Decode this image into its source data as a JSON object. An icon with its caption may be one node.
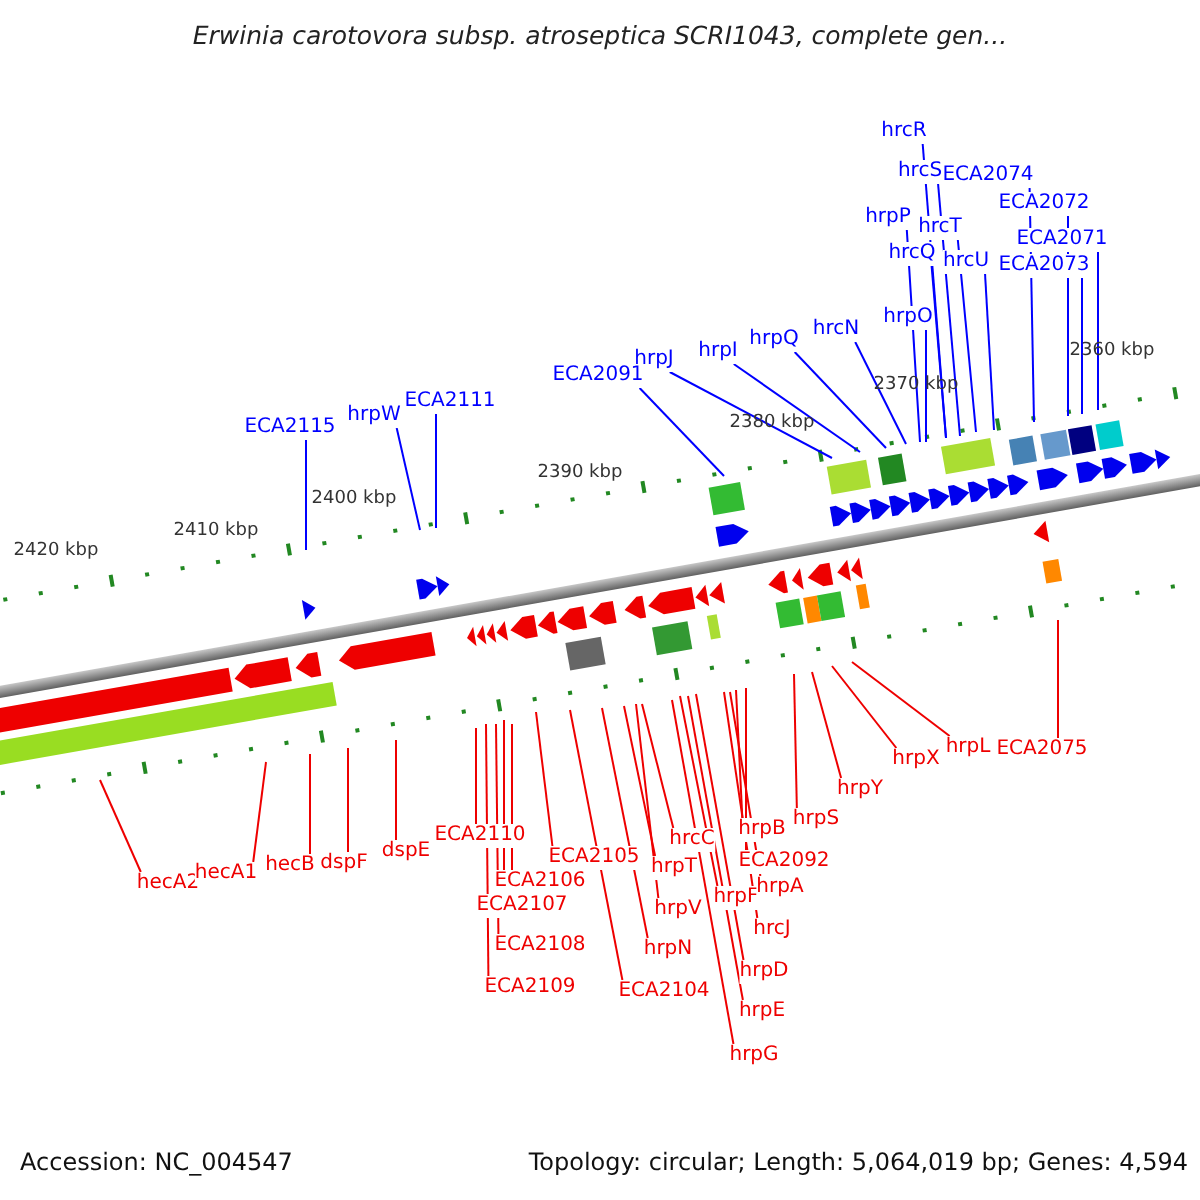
{
  "diagram": {
    "title": "Erwinia carotovora subsp. atroseptica SCRI1043, complete gen...",
    "nodes": [
      {
        "text": [
          "hrcR"
        ]
      },
      {
        "text": [
          "hrcS"
        ]
      },
      {
        "text": [
          "ECA2074"
        ]
      },
      {
        "text": [
          "ECA2072"
        ]
      },
      {
        "text": [
          "hrpP"
        ]
      },
      {
        "text": [
          "hrcT"
        ]
      },
      {
        "text": [
          "ECA2071"
        ]
      },
      {
        "text": [
          "hrcQ"
        ]
      },
      {
        "text": [
          "hrcU"
        ]
      },
      {
        "text": [
          "ECA2073"
        ]
      },
      {
        "text": [
          "hrpO"
        ]
      },
      {
        "text": [
          "hrcN"
        ]
      },
      {
        "text": [
          "hrpQ"
        ]
      },
      {
        "text": [
          "hrpI"
        ]
      },
      {
        "text": [
          "hrpJ"
        ]
      },
      {
        "text": [
          "ECA2091"
        ]
      },
      {
        "text": [
          "ECA2115"
        ]
      },
      {
        "text": [
          "hrpW"
        ]
      },
      {
        "text": [
          "ECA2111"
        ]
      },
      {
        "text": [
          "hecA2"
        ]
      },
      {
        "text": [
          "hecA1"
        ]
      },
      {
        "text": [
          "hecB"
        ]
      },
      {
        "text": [
          "dspF"
        ]
      },
      {
        "text": [
          "dspE"
        ]
      },
      {
        "text": [
          "ECA2110"
        ]
      },
      {
        "text": [
          "ECA2105"
        ]
      },
      {
        "text": [
          "ECA2106"
        ]
      },
      {
        "text": [
          "ECA2107"
        ]
      },
      {
        "text": [
          "ECA2108"
        ]
      },
      {
        "text": [
          "ECA2109"
        ]
      },
      {
        "text": [
          "ECA2104"
        ]
      },
      {
        "text": [
          "hrcC"
        ]
      },
      {
        "text": [
          "hrpT"
        ]
      },
      {
        "text": [
          "hrpV"
        ]
      },
      {
        "text": [
          "hrpN"
        ]
      },
      {
        "text": [
          "hrpF"
        ]
      },
      {
        "text": [
          "hrpB"
        ]
      },
      {
        "text": [
          "ECA2092"
        ]
      },
      {
        "text": [
          "hrpA"
        ]
      },
      {
        "text": [
          "hrcJ"
        ]
      },
      {
        "text": [
          "hrpD"
        ]
      },
      {
        "text": [
          "hrpE"
        ]
      },
      {
        "text": [
          "hrpG"
        ]
      },
      {
        "text": [
          "hrpS"
        ]
      },
      {
        "text": [
          "hrpY"
        ]
      },
      {
        "text": [
          "hrpX"
        ]
      },
      {
        "text": [
          "hrpL"
        ]
      },
      {
        "text": [
          "ECA2075"
        ]
      }
    ],
    "edges": [
      {
        "from": 0,
        "to": null,
        "arrow": "none",
        "color": "#0000ff"
      },
      {
        "from": 1,
        "to": null,
        "arrow": "none",
        "color": "#0000ff"
      },
      {
        "from": 2,
        "to": null,
        "arrow": "none",
        "color": "#0000ff"
      },
      {
        "from": 3,
        "to": null,
        "arrow": "none",
        "color": "#0000ff"
      },
      {
        "from": 4,
        "to": null,
        "arrow": "none",
        "color": "#0000ff"
      },
      {
        "from": 5,
        "to": null,
        "arrow": "none",
        "color": "#0000ff"
      },
      {
        "from": 6,
        "to": null,
        "arrow": "none",
        "color": "#0000ff"
      },
      {
        "from": 7,
        "to": null,
        "arrow": "none",
        "color": "#0000ff"
      },
      {
        "from": 8,
        "to": null,
        "arrow": "none",
        "color": "#0000ff"
      },
      {
        "from": 9,
        "to": null,
        "arrow": "none",
        "color": "#0000ff"
      },
      {
        "from": 10,
        "to": null,
        "arrow": "none",
        "color": "#0000ff"
      },
      {
        "from": 11,
        "to": null,
        "arrow": "none",
        "color": "#0000ff"
      },
      {
        "from": 12,
        "to": null,
        "arrow": "none",
        "color": "#0000ff"
      },
      {
        "from": 13,
        "to": null,
        "arrow": "none",
        "color": "#0000ff"
      },
      {
        "from": 14,
        "to": null,
        "arrow": "none",
        "color": "#0000ff"
      },
      {
        "from": 15,
        "to": null,
        "arrow": "none",
        "color": "#0000ff"
      },
      {
        "from": 16,
        "to": null,
        "arrow": "none",
        "color": "#0000ff"
      },
      {
        "from": 17,
        "to": null,
        "arrow": "none",
        "color": "#0000ff"
      },
      {
        "from": 18,
        "to": null,
        "arrow": "none",
        "color": "#0000ff"
      },
      {
        "from": 19,
        "to": null,
        "arrow": "none"
      },
      {
        "from": 20,
        "to": null,
        "arrow": "none"
      },
      {
        "from": 21,
        "to": null,
        "arrow": "none"
      },
      {
        "from": 22,
        "to": null,
        "arrow": "none"
      },
      {
        "from": 23,
        "to": null,
        "arrow": "none"
      },
      {
        "from": 24,
        "to": null,
        "arrow": "none"
      },
      {
        "from": 25,
        "to": null,
        "arrow": "none"
      },
      {
        "from": 26,
        "to": null,
        "arrow": "none"
      },
      {
        "from": 27,
        "to": null,
        "arrow": "none"
      },
      {
        "from": 28,
        "to": null,
        "arrow": "none"
      },
      {
        "from": 29,
        "to": null,
        "arrow": "none"
      },
      {
        "from": 30,
        "to": null,
        "arrow": "none"
      },
      {
        "from": 31,
        "to": null,
        "arrow": "none"
      },
      {
        "from": 32,
        "to": null,
        "arrow": "none"
      },
      {
        "from": 33,
        "to": null,
        "arrow": "none"
      },
      {
        "from": 34,
        "to": null,
        "arrow": "none"
      },
      {
        "from": 35,
        "to": null,
        "arrow": "none"
      },
      {
        "from": 36,
        "to": null,
        "arrow": "none"
      },
      {
        "from": 37,
        "to": null,
        "arrow": "none"
      },
      {
        "from": 38,
        "to": null,
        "arrow": "none"
      },
      {
        "from": 39,
        "to": null,
        "arrow": "none"
      },
      {
        "from": 40,
        "to": null,
        "arrow": "none"
      },
      {
        "from": 41,
        "to": null,
        "arrow": "none"
      },
      {
        "from": 42,
        "to": null,
        "arrow": "none"
      },
      {
        "from": 43,
        "to": null,
        "arrow": "none"
      },
      {
        "from": 44,
        "to": null,
        "arrow": "none"
      },
      {
        "from": 45,
        "to": null,
        "arrow": "none"
      },
      {
        "from": 46,
        "to": null,
        "arrow": "none"
      },
      {
        "from": 47,
        "to": null,
        "arrow": "none"
      }
    ],
    "labels": [
      "2360 kbp",
      "2370 kbp",
      "2380 kbp",
      "2390 kbp",
      "2400 kbp",
      "2410 kbp",
      "2420 kbp",
      "Accession: NC_004547",
      "Topology: circular; Length: 5,064,019 bp; Genes: 4,594"
    ]
  }
}
